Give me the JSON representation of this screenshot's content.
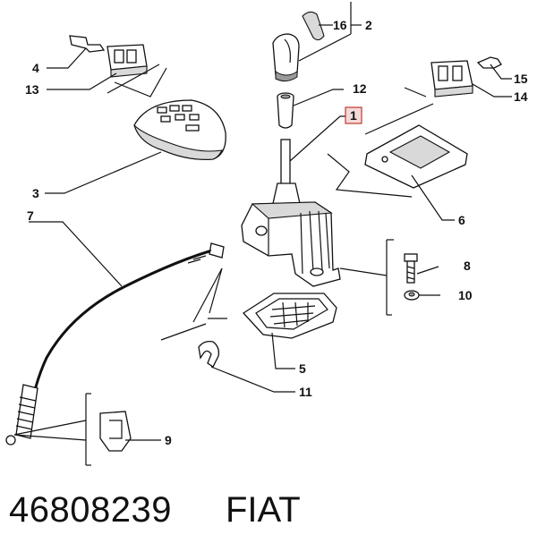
{
  "footer": {
    "part_number": "46808239",
    "brand": "FIAT"
  },
  "callouts": [
    "16",
    "2",
    "4",
    "13",
    "15",
    "14",
    "12",
    "1",
    "3",
    "6",
    "7",
    "8",
    "10",
    "5",
    "11",
    "9"
  ],
  "highlight_color": "#c0392b"
}
